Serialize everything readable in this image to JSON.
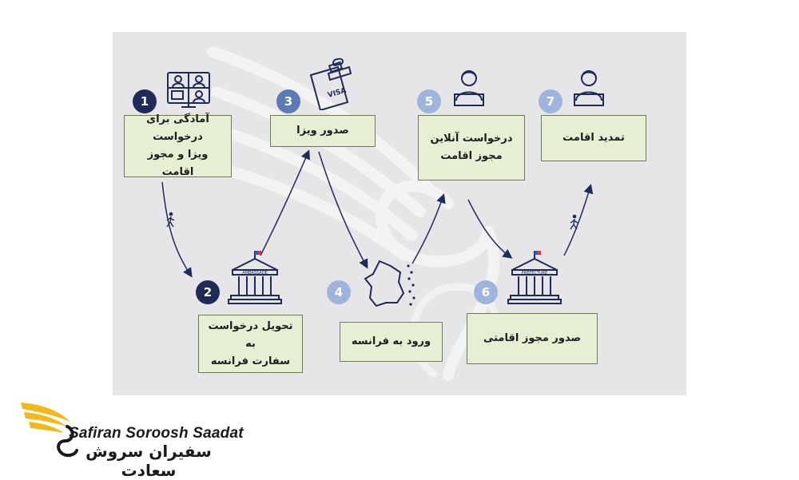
{
  "colors": {
    "dark_navy": "#1f2a57",
    "mid_blue": "#5b7bb5",
    "light_blue": "#9fb4dc",
    "box_fill": "#e6efd4",
    "box_border": "#6f7a5a",
    "panel": "#e6e6e8",
    "logo_gold": "#f2b71a"
  },
  "steps": [
    {
      "number": "1",
      "label": "آمادگی برای درخواست\nویزا و مجوز اقامت",
      "icon": "video-call-icon"
    },
    {
      "number": "2",
      "label": "تحویل درخواست به\nسفارت فرانسه",
      "icon": "embassy-building-icon"
    },
    {
      "number": "3",
      "label": "صدور ویزا",
      "icon": "visa-stamp-icon"
    },
    {
      "number": "4",
      "label": "ورود به فرانسه",
      "icon": "france-map-icon"
    },
    {
      "number": "5",
      "label": "درخواست آنلاین\nمجوز اقامت",
      "icon": "person-laptop-icon"
    },
    {
      "number": "6",
      "label": "صدور مجوز اقامتی",
      "icon": "prefecture-building-icon"
    },
    {
      "number": "7",
      "label": "تمدید اقامت",
      "icon": "person-laptop-icon"
    }
  ],
  "icon_text": {
    "visa": "VISA",
    "ambassade": "AMBASSADE",
    "prefecture": "PRÉFECTURE"
  },
  "logo": {
    "english": "Safiran Soroosh Saadat",
    "persian": "سفیران سروش سعادت",
    "icon": "golden-wing-swan-logo"
  }
}
